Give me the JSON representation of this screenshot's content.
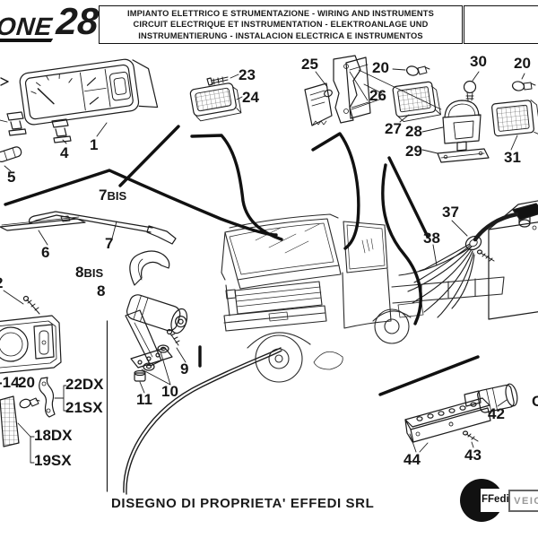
{
  "header": {
    "model_logo": "ONE",
    "table_number": "28",
    "title_line1": "IMPIANTO ELETTRICO E STRUMENTAZIONE - WIRING AND INSTRUMENTS",
    "title_line2": "CIRCUIT ELECTRIQUE ET INSTRUMENTATION - ELEKTROANLAGE UND",
    "title_line3": "INSTRUMENTIERUNG - INSTALACION ELECTRICA E INSTRUMENTOS"
  },
  "parts": {
    "p1": "1",
    "p2": "2",
    "p4": "4",
    "p5": "5",
    "p6": "6",
    "p7bis_num": "7",
    "p7bis_sfx": "BIS",
    "p7": "7",
    "p8bis_num": "8",
    "p8bis_sfx": "BIS",
    "p8": "8",
    "p9": "9",
    "p10": "10",
    "p11": "11",
    "p14": "-14",
    "p20_headlamp": "20",
    "p22dx": "22DX",
    "p21sx": "21SX",
    "p18dx": "18DX",
    "p19sx": "19SX",
    "p23": "23",
    "p24": "24",
    "p25": "25",
    "p26": "26",
    "p27": "27",
    "p28": "28",
    "p29": "29",
    "p30": "30",
    "p20_front": "20",
    "p20_rear": "20",
    "p31": "31",
    "p37": "37",
    "p38": "38",
    "p42": "42",
    "p43": "43",
    "p44": "44",
    "p_edge_cut": "C"
  },
  "footer": {
    "copyright": "DISEGNO DI PROPRIETA' EFFEDI SRL",
    "brand": "FFedi",
    "brand_badge": "VEIC"
  },
  "colors": {
    "ink": "#1a1a1a",
    "paper": "#ffffff"
  }
}
